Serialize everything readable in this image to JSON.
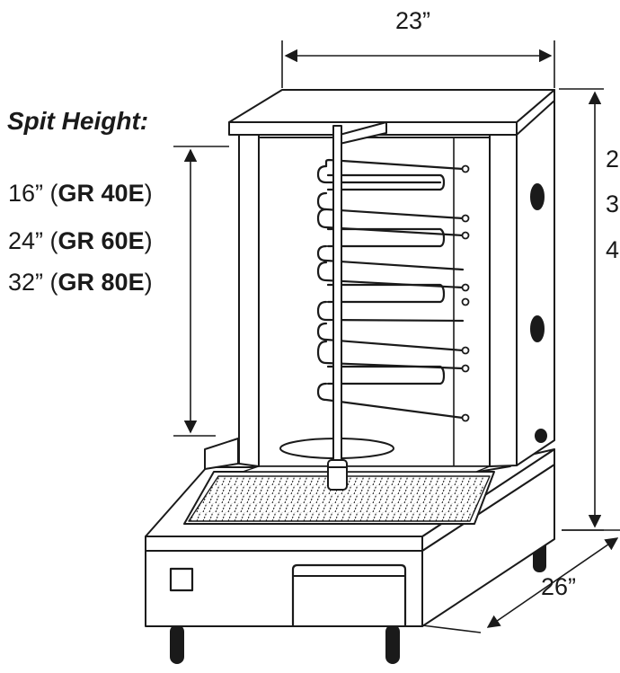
{
  "title": "Spit Height:",
  "models": [
    {
      "height": "16”",
      "open": " (",
      "code": "GR 40E",
      "close": ")"
    },
    {
      "height": "24”",
      "open": " (",
      "code": "GR 60E",
      "close": ")"
    },
    {
      "height": "32”",
      "open": " (",
      "code": "GR 80E",
      "close": ")"
    }
  ],
  "dimensions": {
    "width": "23”",
    "depth": "26”",
    "height_partial": [
      "2",
      "3",
      "4"
    ]
  }
}
